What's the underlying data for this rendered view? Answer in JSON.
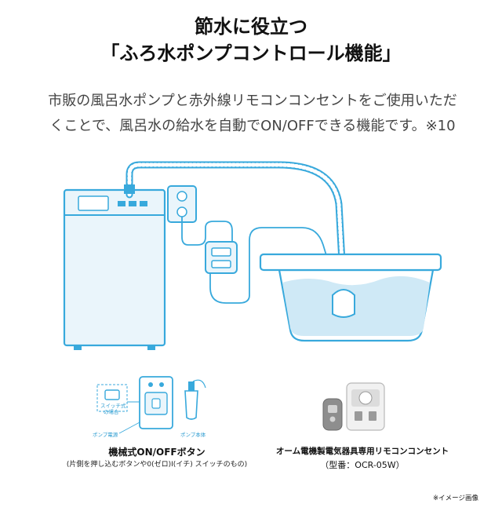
{
  "heading": {
    "line1": "節水に役立つ",
    "line2": "「ふろ水ポンプコントロール機能」"
  },
  "description": {
    "line1": "市販の風呂水ポンプと赤外線リモコンコンセントをご使用いただ",
    "line2": "くことで、風呂水の給水を自動でON/OFFできる機能です。※10"
  },
  "illustration": {
    "switch_label_line1": "スイッチ式",
    "switch_label_line2": "の場合",
    "pump_power_label": "ポンプ電源",
    "pump_body_label": "ポンプ本体"
  },
  "captions": {
    "button_type": "機械式ON/OFFボタン",
    "button_type_sub": "(片側を押し込むボタンや0(ゼロ)I(イチ) スイッチのもの)",
    "omu_outlet": "オーム電機製電気器具専用リモコンコンセント",
    "model": "（型番：OCR-05W）",
    "image_note": "※イメージ画像"
  },
  "colors": {
    "line_blue": "#38a9dc",
    "water_blue": "#cfe9f6",
    "machine_fill": "#eaf5fb"
  }
}
